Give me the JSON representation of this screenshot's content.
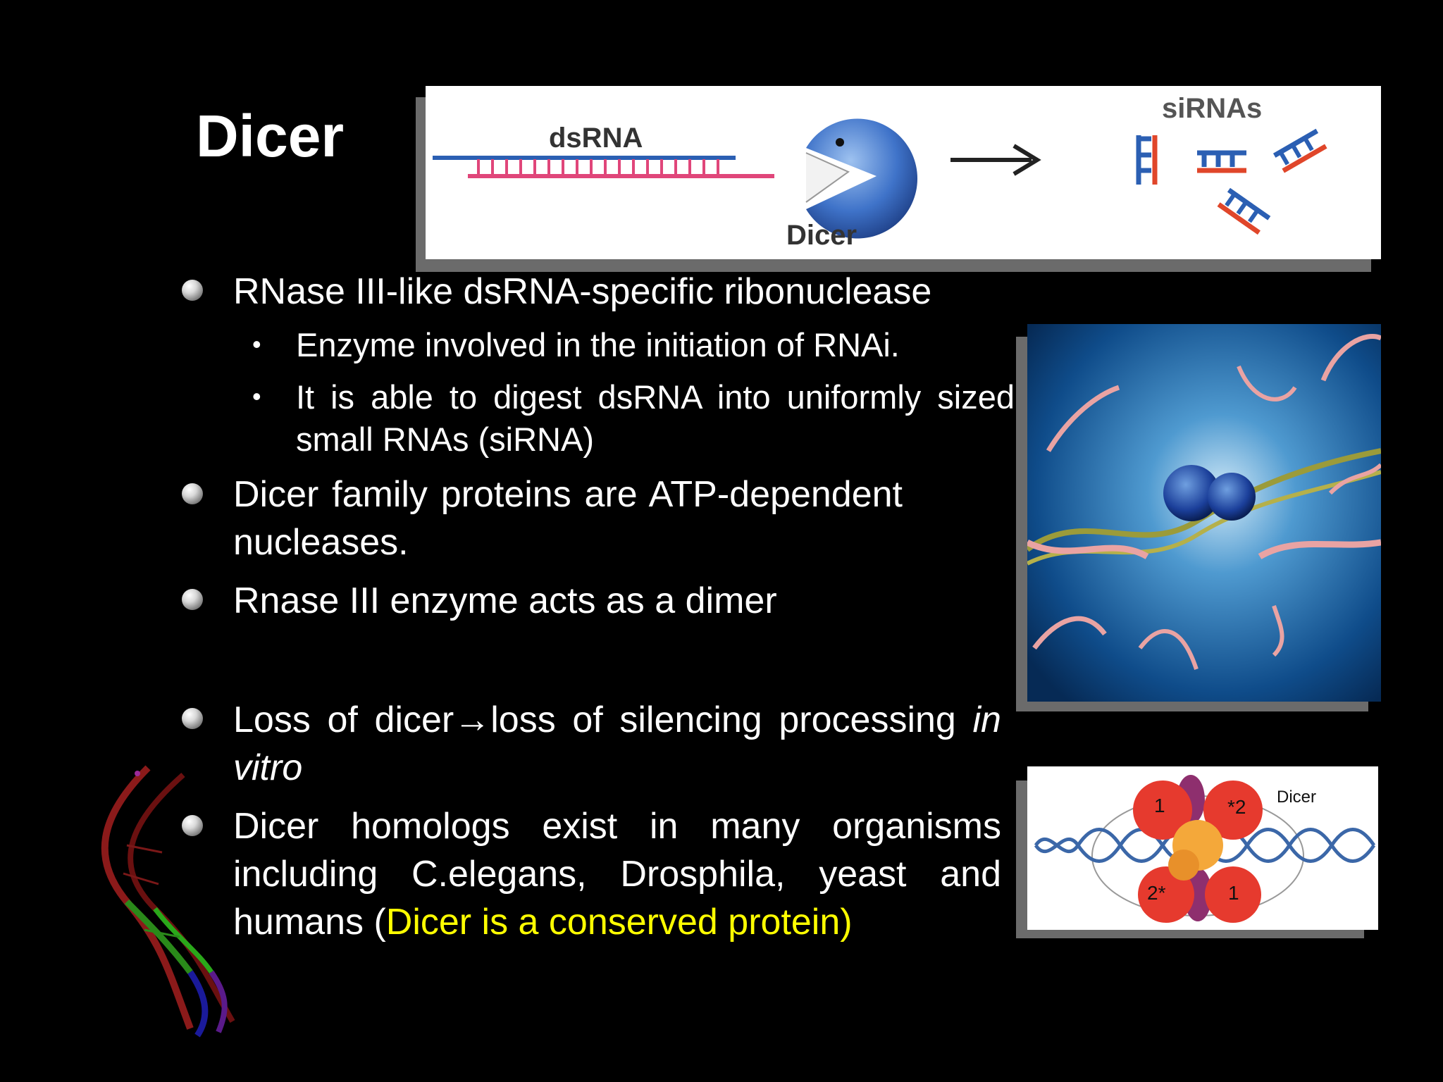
{
  "slide": {
    "title": "Dicer",
    "figure1": {
      "dsrna_label": "dsRNA",
      "dicer_label": "Dicer",
      "sirnas_label": "siRNAs"
    },
    "figure3": {
      "dicer_label": "Dicer",
      "domain_labels": [
        "1",
        "*2",
        "2*",
        "1"
      ]
    },
    "bullets": [
      {
        "text": "RNase III-like dsRNA-specific ribonuclease",
        "sub": [
          "Enzyme involved in the initiation of RNAi.",
          "It is able to digest dsRNA into uniformly sized small RNAs (siRNA)"
        ]
      },
      {
        "text": "Dicer family proteins are ATP-dependent nucleases."
      },
      {
        "text": "Rnase III enzyme acts as a dimer"
      },
      {
        "text": "Loss of dicer→loss of silencing processing",
        "italic": "in vitro"
      },
      {
        "text": "Dicer homologs exist in many organisms including C.elegans, Drosphila, yeast and humans (",
        "highlight": "Dicer is a conserved protein)",
        "highlight_color": "#ffff00"
      }
    ]
  }
}
